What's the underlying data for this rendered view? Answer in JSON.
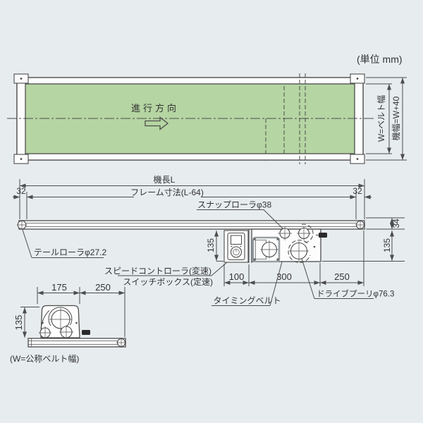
{
  "unit_note": "(単位 mm)",
  "top_view": {
    "direction_label": "進行方向",
    "belt_width_label": "W=ベルト幅",
    "machine_width_label": "機幅=W+40"
  },
  "side_view": {
    "machine_length_label": "機長L",
    "frame_dim_label": "フレーム寸法(L-64)",
    "end_offset_left": "32",
    "end_offset_right": "32",
    "snap_roller_label": "スナップローラφ38",
    "tail_roller_label": "テールローラφ27.2",
    "speed_controller_label": "スピードコントローラ(変速)",
    "switch_box_label": "スイッチボックス(定速)",
    "timing_belt_label": "タイミングベルト",
    "drive_pulley_label": "ドライブプーリφ76.3",
    "dim_frame_height": "34",
    "dim_drive_height_right": "135",
    "dim_drive_height_left": "135",
    "dim_switch_box_width": "100",
    "dim_drive_section": "300",
    "dim_end_section": "250"
  },
  "end_view": {
    "dim_motor_offset": "175",
    "dim_end_length": "250",
    "dim_height": "135",
    "note": "(W=公称ベルト幅)"
  },
  "colors": {
    "background": "#e7ecef",
    "belt_green": "#b5d5a2",
    "line": "#4d4d4d"
  }
}
